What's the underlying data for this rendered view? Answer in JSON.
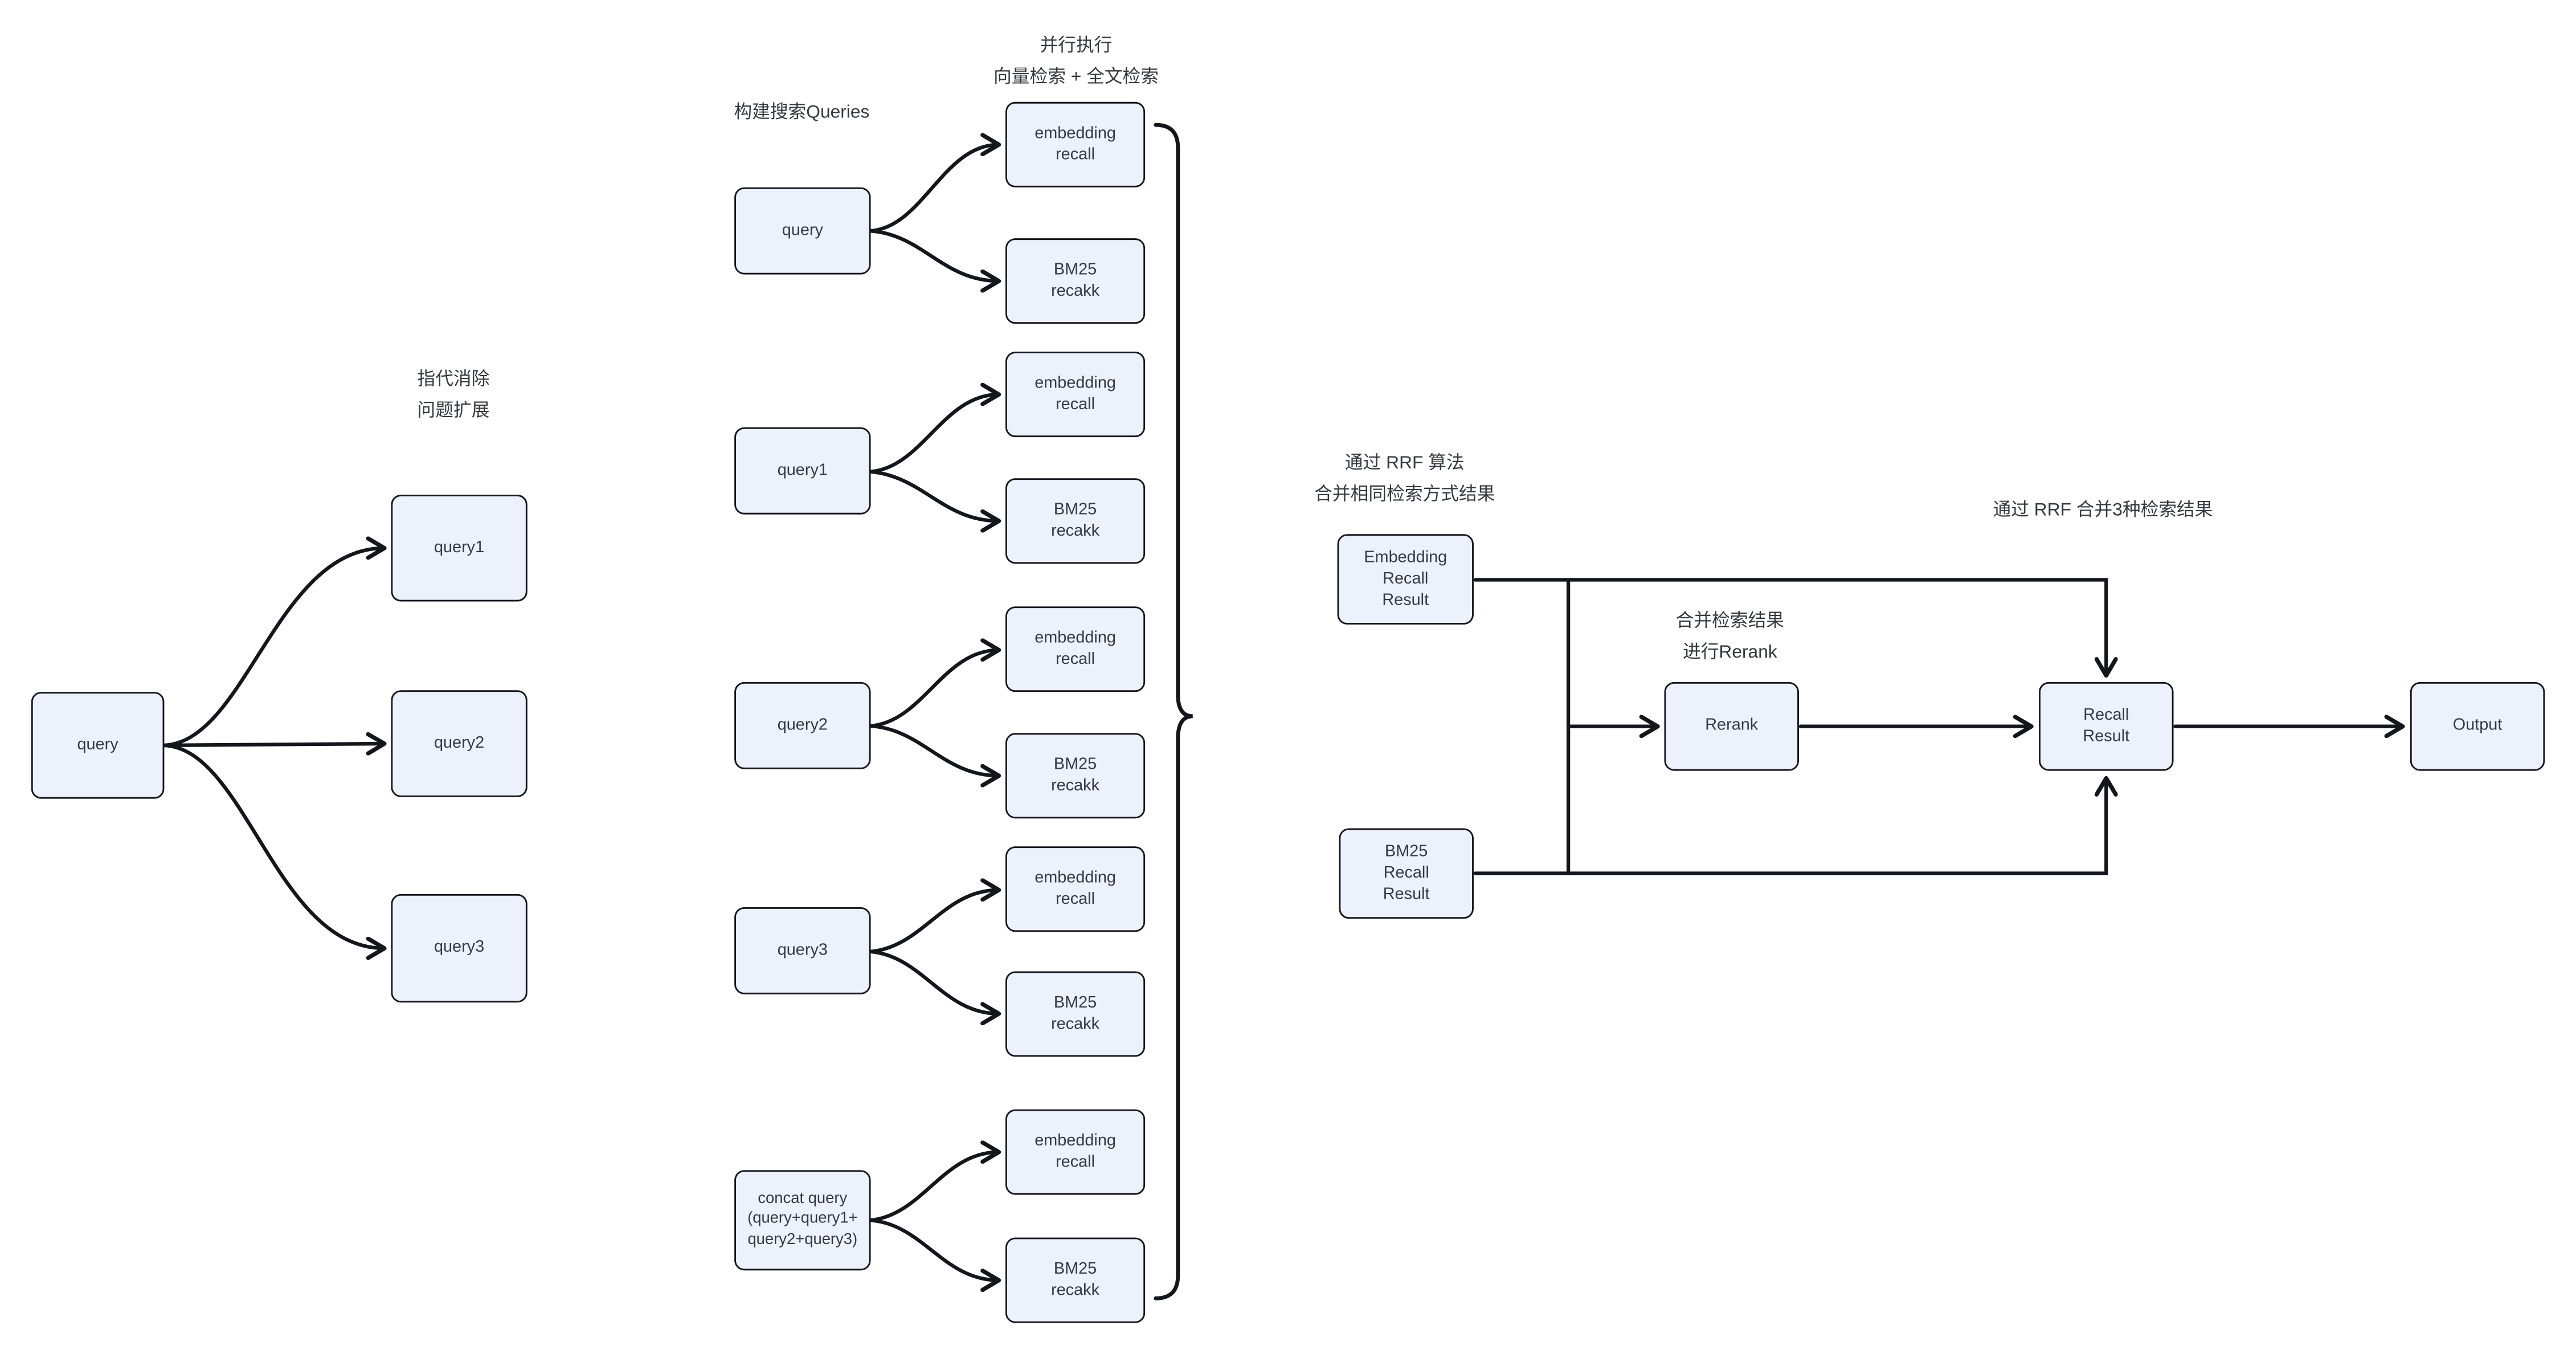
{
  "canvas": {
    "background": "#ffffff",
    "node_fill": "#edf1fb",
    "node_border": "#14161b",
    "edge_color": "#14161b",
    "text_color": "#333a45"
  },
  "labels": {
    "parallel_exec": "并行执行\n向量检索 + 全文检索",
    "build_queries": "构建搜索Queries",
    "coref_expand": "指代消除\n问题扩展",
    "rrf_merge_same": "通过 RRF 算法\n合并相同检索方式结果",
    "rerank_note": "合并检索结果\n进行Rerank",
    "rrf_merge_three": "通过 RRF 合并3种检索结果"
  },
  "expansion": {
    "source": "query",
    "targets": [
      "query1",
      "query2",
      "query3"
    ]
  },
  "search_groups": [
    {
      "query": "query",
      "embedding": "embedding\nrecall",
      "bm25": "BM25\nrecakk"
    },
    {
      "query": "query1",
      "embedding": "embedding\nrecall",
      "bm25": "BM25\nrecakk"
    },
    {
      "query": "query2",
      "embedding": "embedding\nrecall",
      "bm25": "BM25\nrecakk"
    },
    {
      "query": "query3",
      "embedding": "embedding\nrecall",
      "bm25": "BM25\nrecakk"
    },
    {
      "query": "concat query\n(query+query1+\nquery2+query3)",
      "embedding": "embedding\nrecall",
      "bm25": "BM25\nrecakk"
    }
  ],
  "merge": {
    "embedding_result": "Embedding\nRecall\nResult",
    "bm25_result": "BM25\nRecall\nResult",
    "rerank": "Rerank",
    "recall_result": "Recall\nResult",
    "output": "Output"
  }
}
